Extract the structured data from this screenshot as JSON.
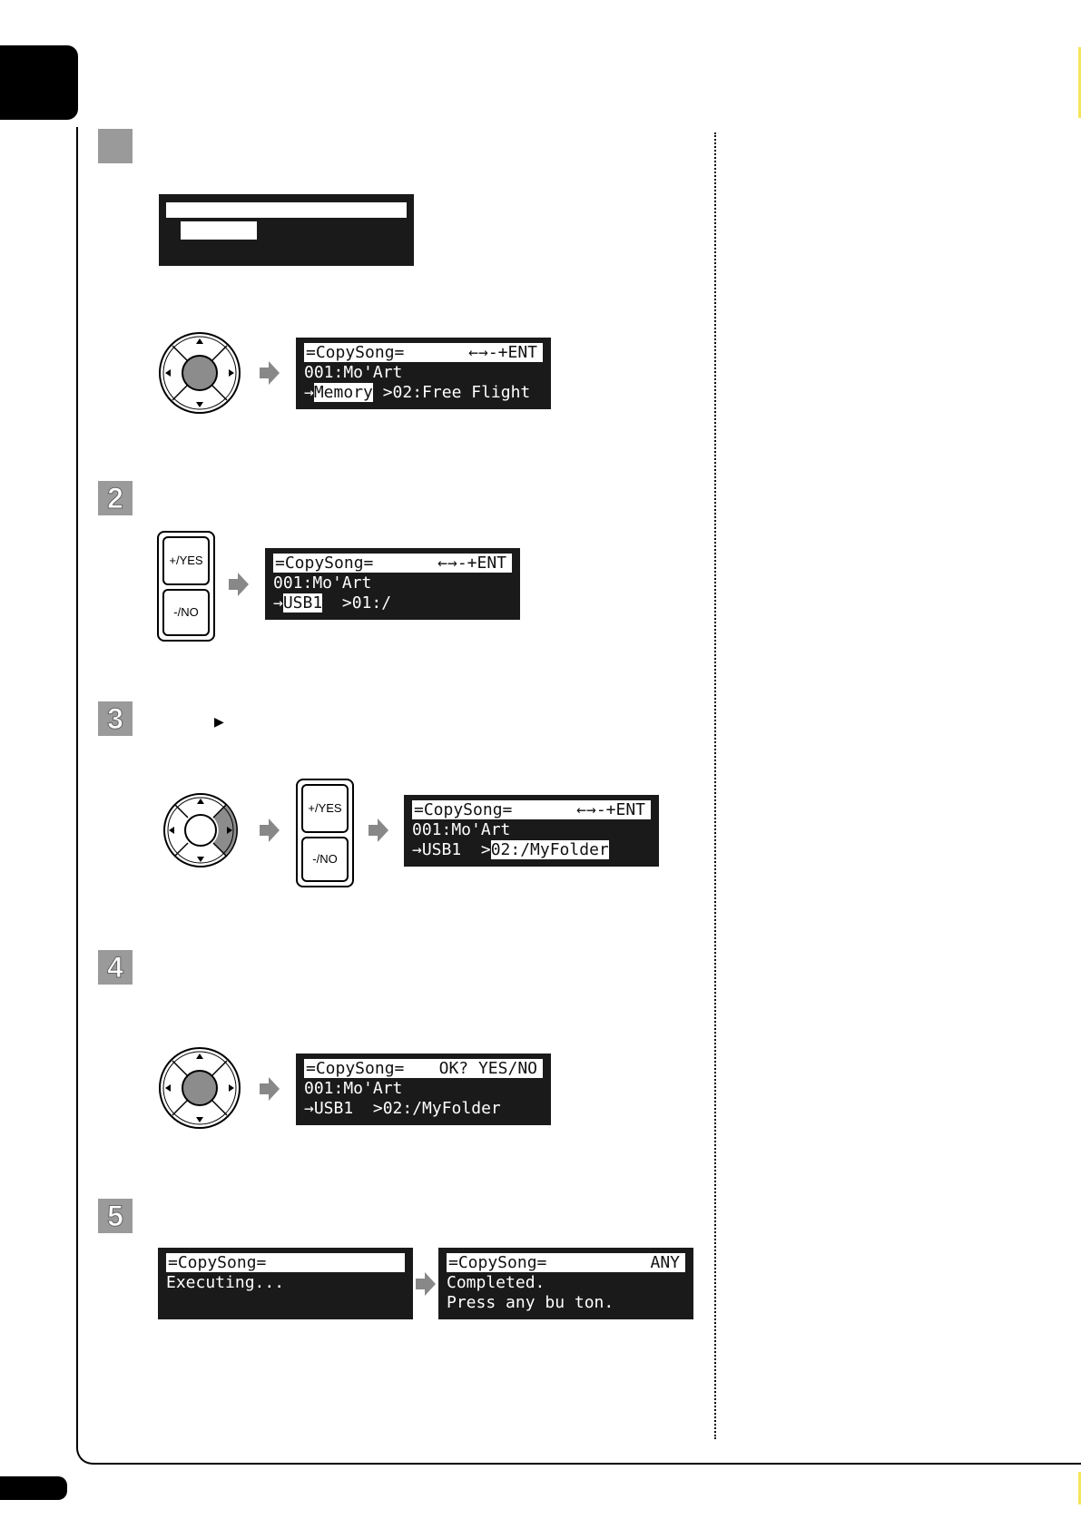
{
  "step_numbers": [
    "2",
    "3",
    "4",
    "5"
  ],
  "step3_marker": "▶",
  "lcd": {
    "cs": "=CopySong=",
    "arrows_ent": "←→-+ENT",
    "song": "001:Mo'Art",
    "s1_row3_pre": "→",
    "s1_row3_sel": "Memory",
    "s1_row3_post": " >02:Free Flight",
    "s2_row3_pre": "→",
    "s2_row3_sel": "USB1",
    "s2_row3_post": "  >01:/",
    "s3_row3_pre": "→USB1  >",
    "s3_row3_sel": "02:/MyFolder",
    "s4_hdr_right": "OK? YES/NO",
    "s4_row3": "→USB1  >02:/MyFolder",
    "executing": "Executing...",
    "any": "ANY",
    "completed": "Completed.",
    "press_any": "Press any bu ton."
  },
  "yes_label": "+/YES",
  "no_label": "-/NO",
  "colors": {
    "lcd_bg": "#1a1a1a",
    "step_gray": "#9a9a9a",
    "accent_yellow": "#f6e45a"
  }
}
